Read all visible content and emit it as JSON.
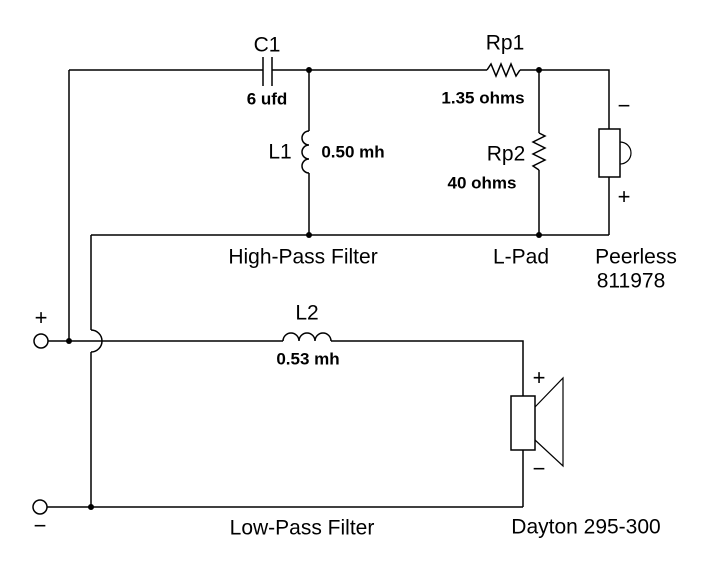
{
  "colors": {
    "background": "#ffffff",
    "ink": "#000000"
  },
  "input_terminals": {
    "plus_label": "+",
    "minus_label": "−"
  },
  "high_pass": {
    "section_label": "High-Pass Filter",
    "c1": {
      "name": "C1",
      "value": "6 ufd"
    },
    "l1": {
      "name": "L1",
      "value": "0.50 mh"
    },
    "rp1": {
      "name": "Rp1",
      "value": "1.35 ohms"
    },
    "rp2": {
      "name": "Rp2",
      "value": "40 ohms"
    },
    "lpad_label": "L-Pad",
    "tweeter": {
      "brand": "Peerless",
      "model": "811978",
      "neg_label": "−",
      "pos_label": "+"
    }
  },
  "low_pass": {
    "section_label": "Low-Pass Filter",
    "l2": {
      "name": "L2",
      "value": "0.53 mh"
    },
    "woofer": {
      "name": "Dayton 295-300",
      "pos_label": "+",
      "neg_label": "−"
    }
  }
}
